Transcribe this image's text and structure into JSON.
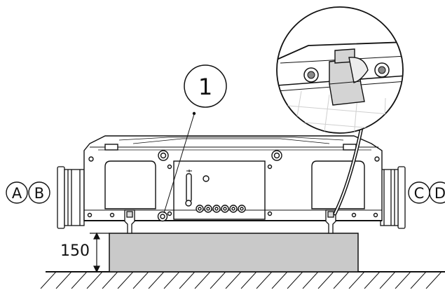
{
  "callout": {
    "number": "1"
  },
  "connections": {
    "left_a": "A",
    "left_b": "B",
    "right_c": "C",
    "right_d": "D"
  },
  "dimension": {
    "height_label": "150"
  },
  "colors": {
    "base": "#c9c9c9",
    "line": "#111111",
    "detail_fill": "#d4d4d4",
    "background": "#ffffff"
  }
}
